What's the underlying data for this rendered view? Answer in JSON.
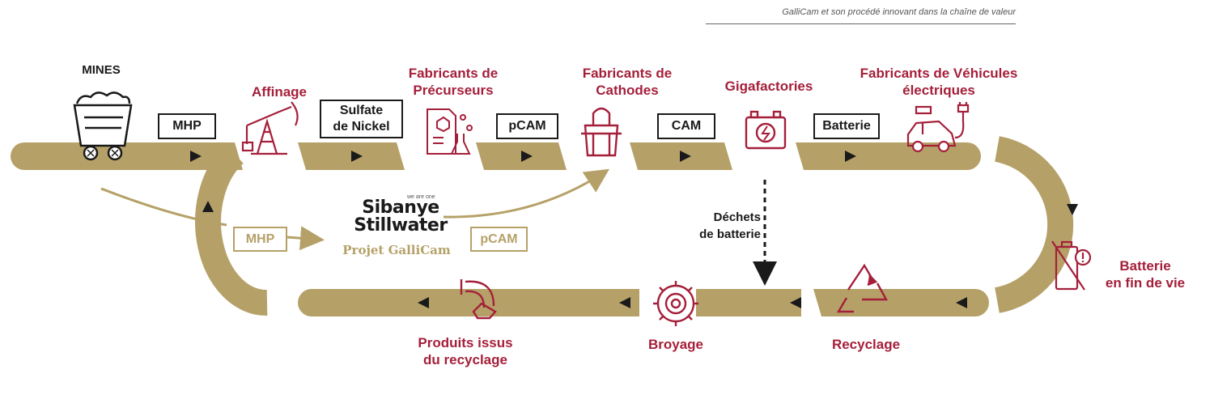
{
  "caption": "GalliCam et son procédé innovant dans la chaîne de valeur",
  "colors": {
    "gold": "#b5a168",
    "red": "#a51f3a",
    "dark": "#1a1a1a"
  },
  "stages_top": {
    "mines": "MINES",
    "affinage": "Affinage",
    "precurseurs": "Fabricants de\nPrécurseurs",
    "cathodes": "Fabricants de\nCathodes",
    "gigafactories": "Gigafactories",
    "vehicules": "Fabricants de Véhicules\nélectriques"
  },
  "boxes_top": {
    "mhp": "MHP",
    "sulfate": "Sulfate\nde Nickel",
    "pcam": "pCAM",
    "cam": "CAM",
    "batterie": "Batterie"
  },
  "middle": {
    "mhp": "MHP",
    "pcam": "pCAM",
    "logo_tagline": "we are one",
    "logo_line1": "Sibanye",
    "logo_line2": "Stillwater",
    "logo_project": "Projet GalliCam",
    "dechets": "Déchets\nde batterie"
  },
  "stages_bottom": {
    "fin_de_vie": "Batterie\nen fin de vie",
    "recyclage": "Recyclage",
    "broyage": "Broyage",
    "produits": "Produits issus\ndu recyclage"
  },
  "icons": [
    "mine-cart-icon",
    "oil-pump-icon",
    "chemistry-icon",
    "basket-icon",
    "battery-icon",
    "electric-car-icon",
    "dead-battery-icon",
    "recycle-icon",
    "gear-icon",
    "pipe-icon"
  ]
}
